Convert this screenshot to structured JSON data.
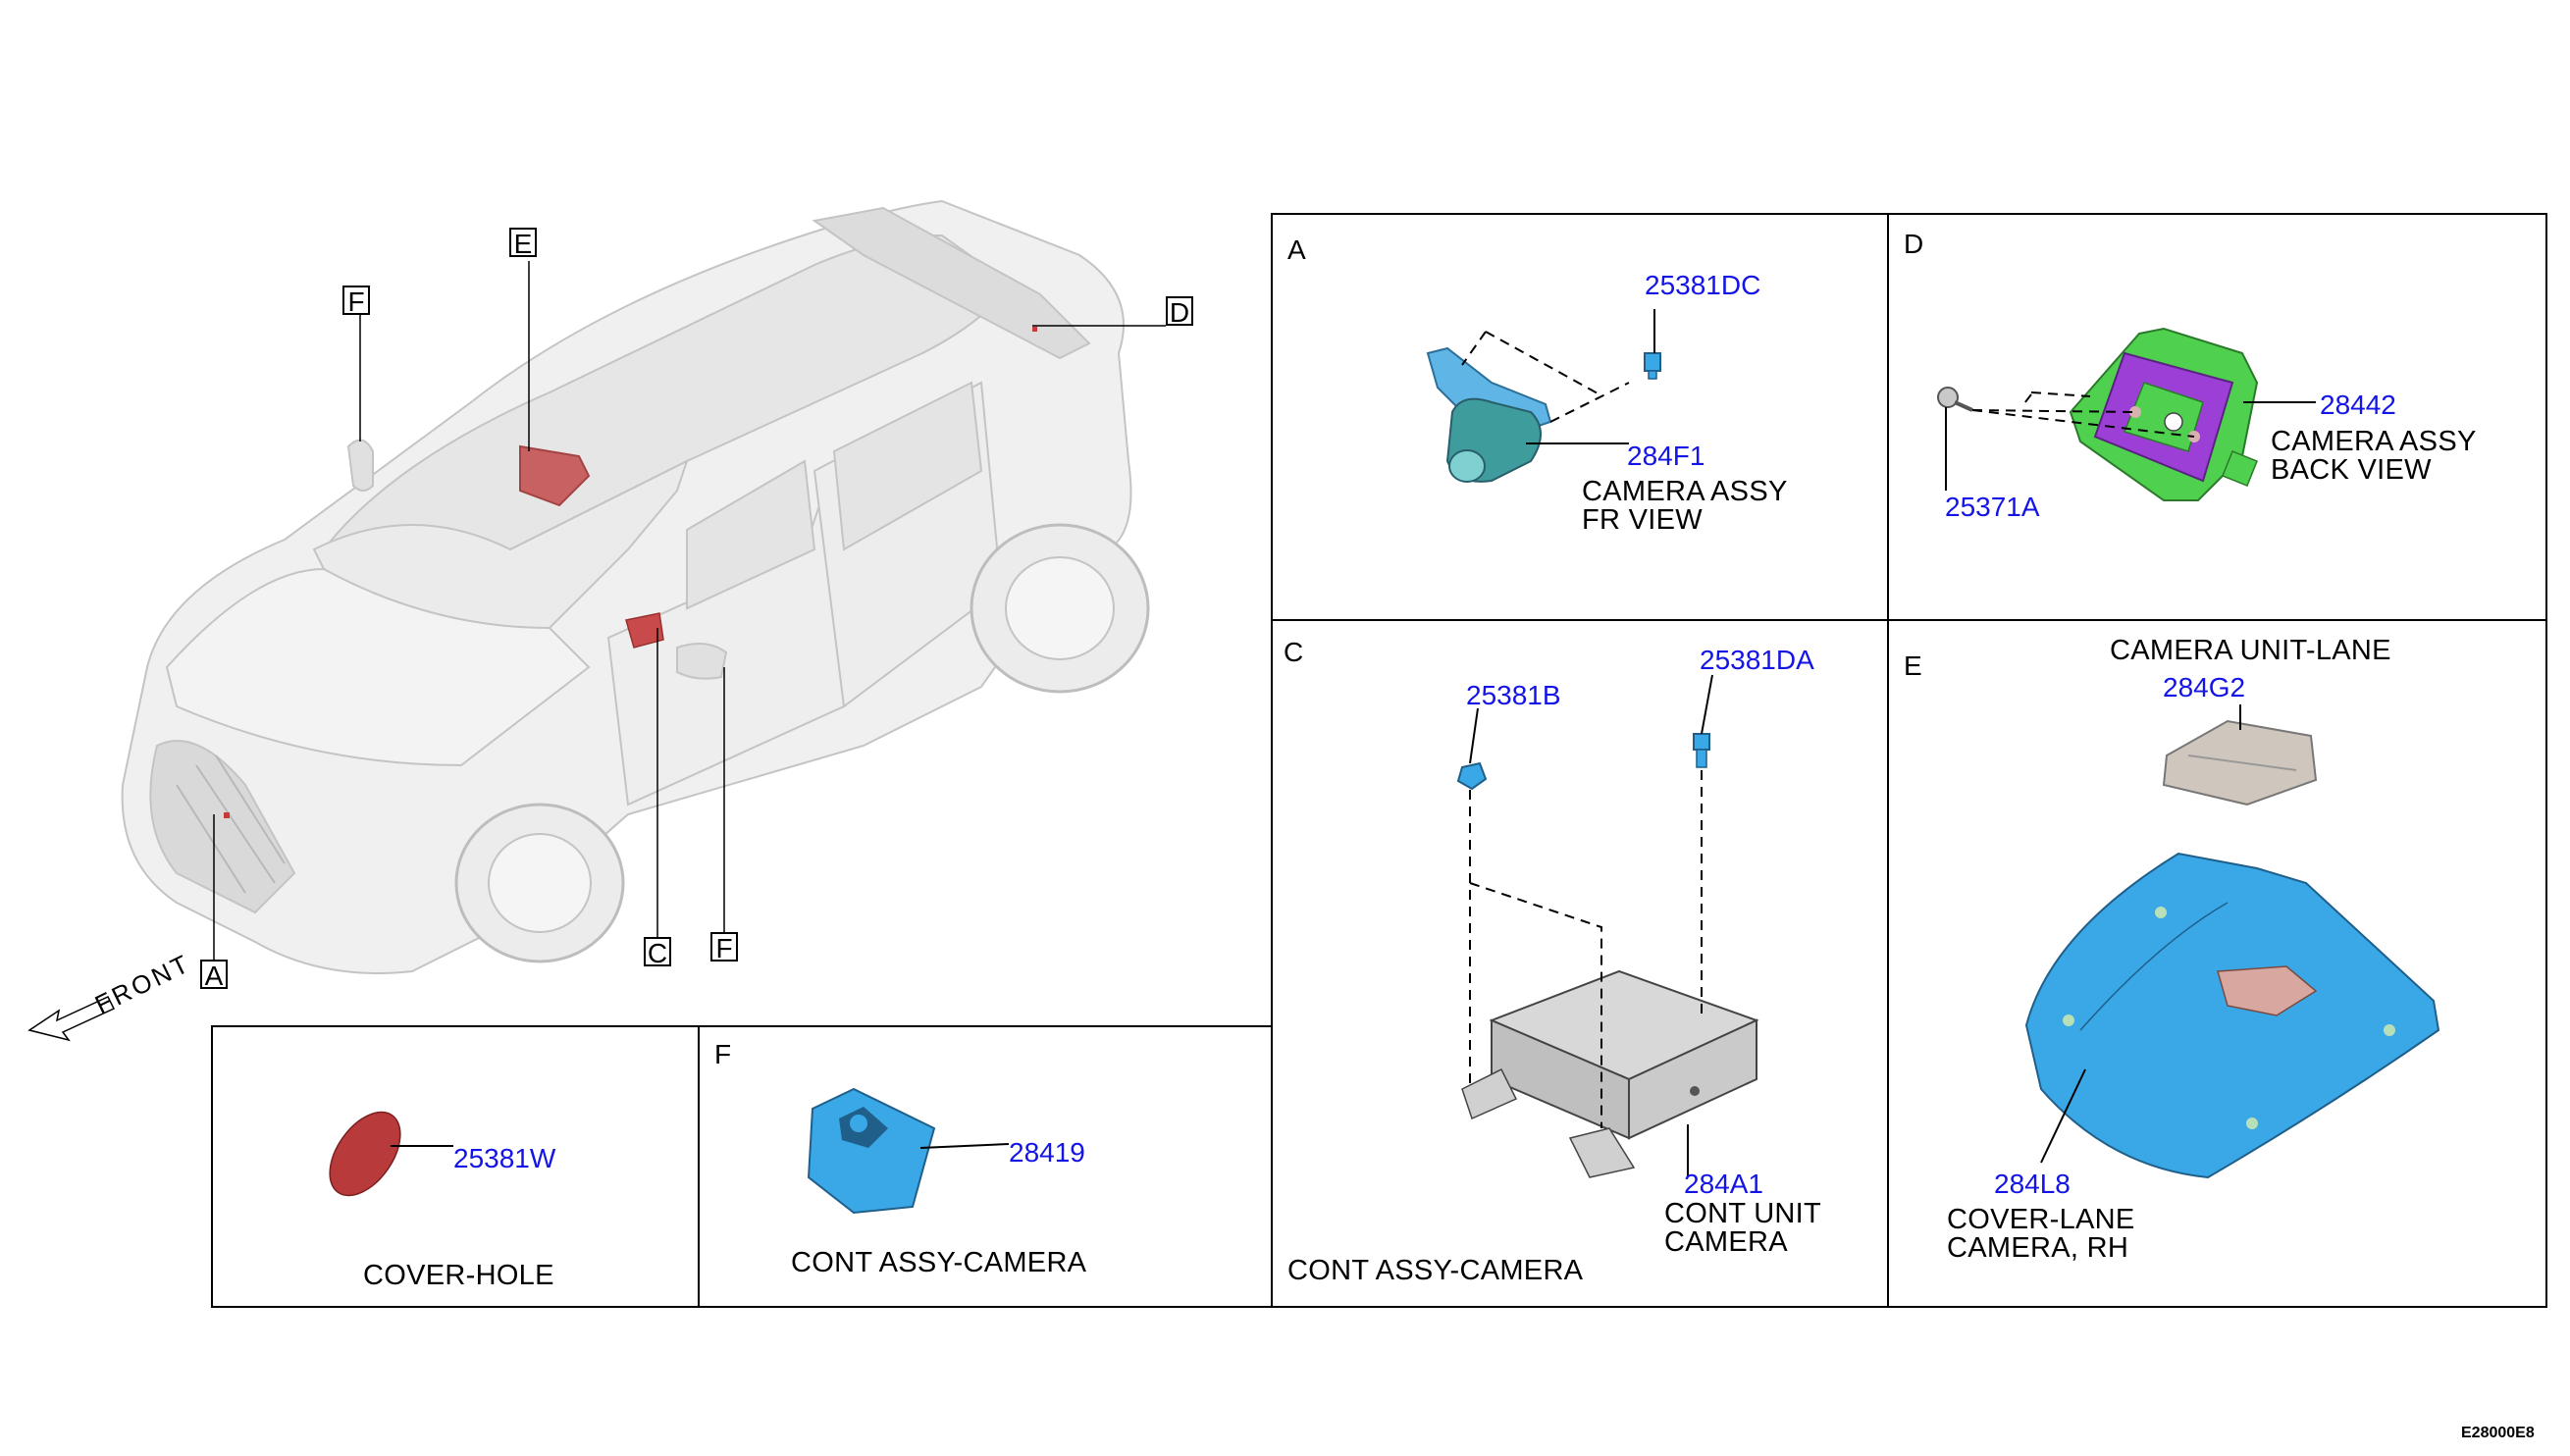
{
  "car": {
    "callouts": [
      "A",
      "C",
      "D",
      "E",
      "F",
      "F"
    ],
    "front_label": "FRONT"
  },
  "panels": {
    "A": {
      "letter": "A",
      "parts": [
        {
          "number": "25381DC"
        },
        {
          "number": "284F1"
        }
      ],
      "caption_line1": "CAMERA ASSY",
      "caption_line2": "FR VIEW"
    },
    "D": {
      "letter": "D",
      "parts": [
        {
          "number": "28442"
        },
        {
          "number": "25371A"
        }
      ],
      "caption_line1": "CAMERA ASSY",
      "caption_line2": "BACK VIEW"
    },
    "C": {
      "letter": "C",
      "parts": [
        {
          "number": "25381B"
        },
        {
          "number": "25381DA"
        },
        {
          "number": "284A1"
        }
      ],
      "unit_line1": "CONT UNIT",
      "unit_line2": "CAMERA",
      "caption": "CONT ASSY-CAMERA"
    },
    "E": {
      "letter": "E",
      "title": "CAMERA UNIT-LANE",
      "parts": [
        {
          "number": "284G2"
        },
        {
          "number": "284L8"
        }
      ],
      "caption_line1": "COVER-LANE",
      "caption_line2": "CAMERA, RH"
    },
    "cover": {
      "parts": [
        {
          "number": "25381W"
        }
      ],
      "caption": "COVER-HOLE"
    },
    "F": {
      "letter": "F",
      "parts": [
        {
          "number": "28419"
        }
      ],
      "caption": "CONT ASSY-CAMERA"
    }
  },
  "diagram_code": "E28000E8",
  "colors": {
    "part_number": "#1414e6",
    "camera_blue": "#3aa7e6",
    "cover_red": "#b83a3a",
    "bracket_green": "#4fd14f",
    "bracket_purple": "#9b3fd6",
    "car_outline": "#c8c8c8"
  }
}
